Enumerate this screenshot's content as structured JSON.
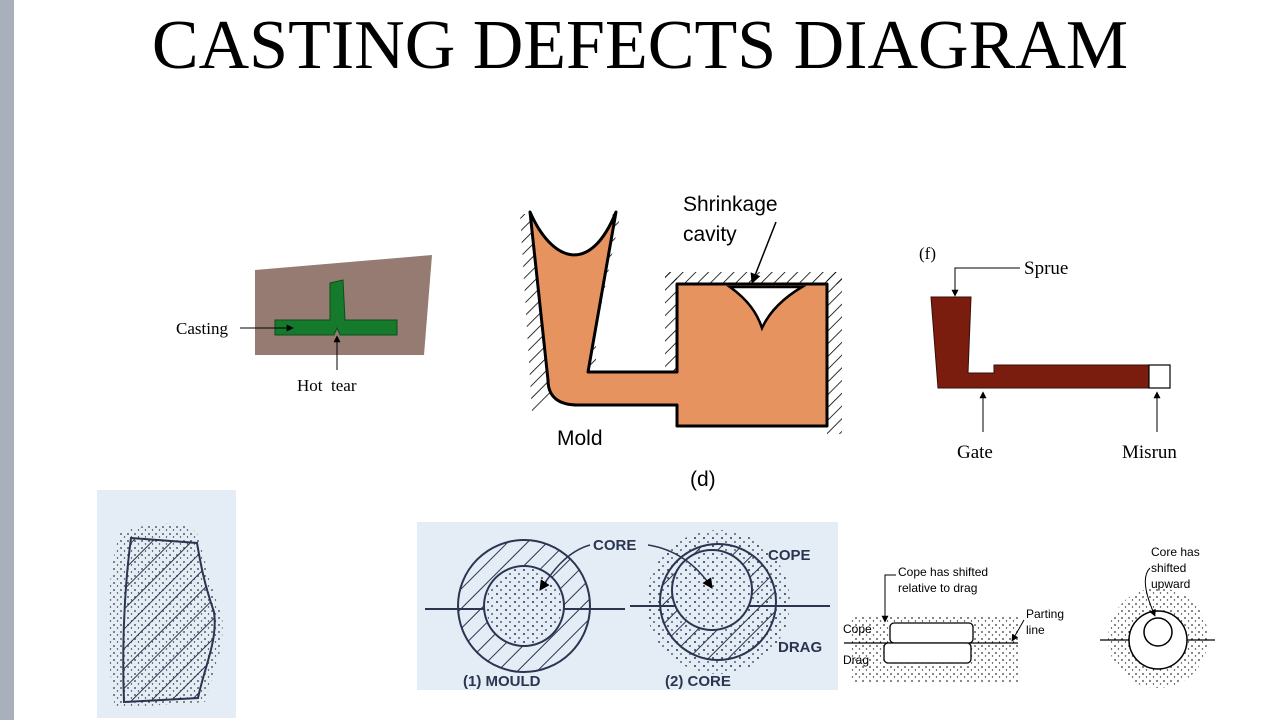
{
  "title": "CASTING DEFECTS DIAGRAM",
  "hot_tear": {
    "casting_label": "Casting",
    "defect_label": "Hot  tear"
  },
  "shrinkage": {
    "defect_label_line1": "Shrinkage",
    "defect_label_line2": "cavity",
    "mold_label": "Mold",
    "caption": "(d)"
  },
  "misrun": {
    "panel_label": "(f)",
    "sprue_label": "Sprue",
    "gate_label": "Gate",
    "defect_label": "Misrun"
  },
  "mould_core": {
    "core_label": "CORE",
    "cope_label": "COPE",
    "drag_label": "DRAG",
    "caption1": "(1) MOULD",
    "caption2": "(2) CORE"
  },
  "cope_shift": {
    "annotation_line1": "Cope has shifted",
    "annotation_line2": "relative to drag",
    "cope_label": "Cope",
    "drag_label": "Drag",
    "parting_line1": "Parting",
    "parting_line2": "line"
  },
  "core_shift": {
    "annotation_line1": "Core has",
    "annotation_line2": "shifted",
    "annotation_line3": "upward"
  },
  "colors": {
    "hot_tear_bg": "#957b72",
    "casting_green": "#157a2b",
    "mold_orange": "#e6935f",
    "misrun_red": "#7a1d0e",
    "scan_blue": "#e4ecf6"
  }
}
